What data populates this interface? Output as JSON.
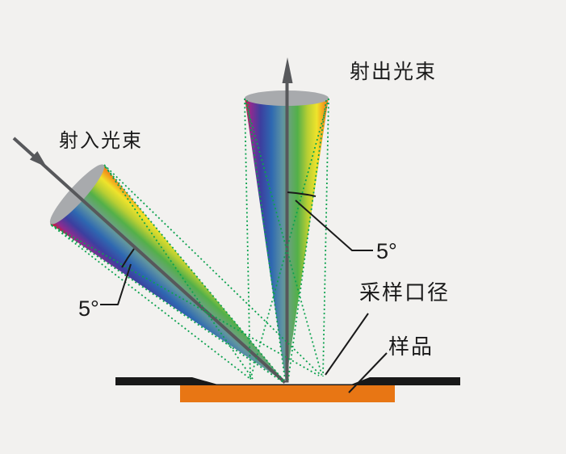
{
  "diagram": {
    "labels": {
      "incident_beam": "射入光束",
      "exit_beam": "射出光束",
      "incident_half_angle": "5°",
      "exit_half_angle": "5°",
      "sampling_aperture": "采样口径",
      "sample": "样品"
    },
    "colors": {
      "background": "#f2f1ef",
      "ink": "#1a1a1a",
      "arrow_gray": "#57585b",
      "lens_cap_gray": "#a8aaad",
      "ray_green": "#0ca24f",
      "surface_black": "#191919",
      "sample_orange": "#e87614",
      "spectrum": [
        "#d31a2b",
        "#8f2b90",
        "#3c3f9f",
        "#2e68b1",
        "#5e93a2",
        "#68a378",
        "#53b049",
        "#b9cf33",
        "#efe32b",
        "#f2a01c",
        "#ee7518"
      ]
    }
  }
}
